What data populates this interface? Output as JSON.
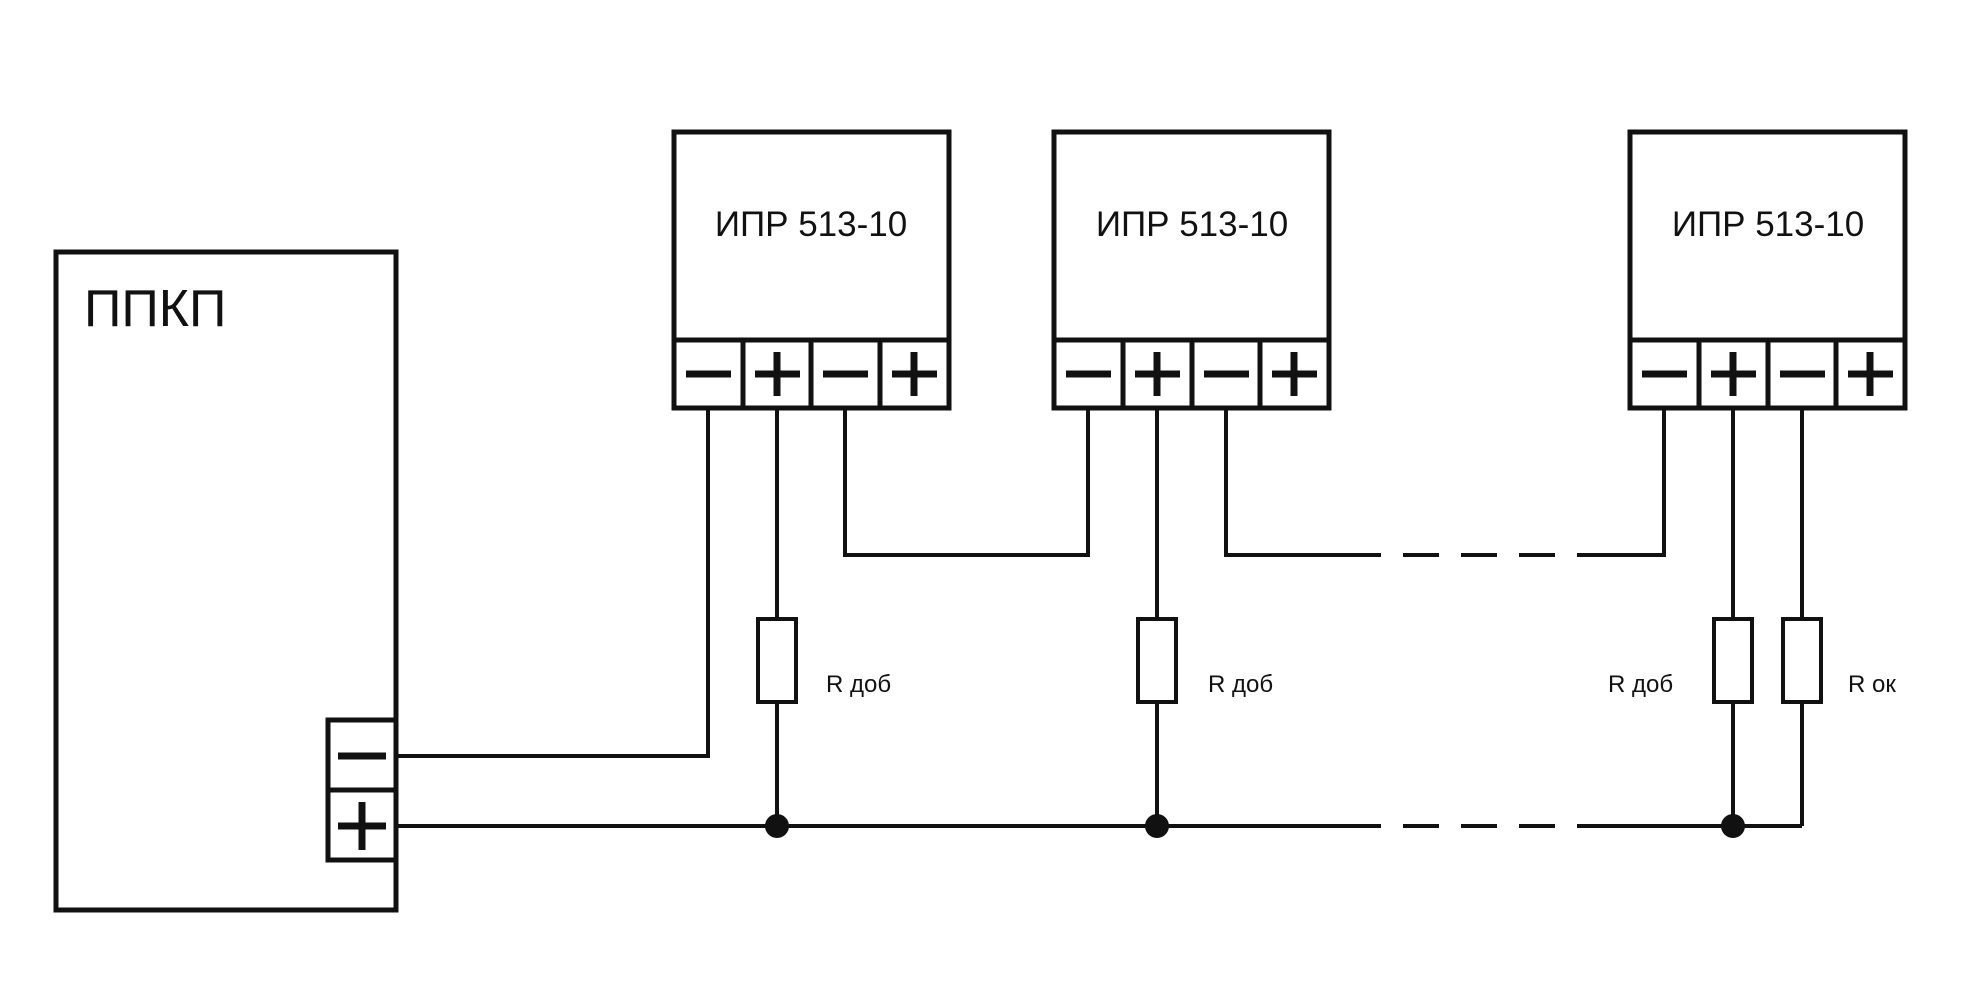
{
  "panel": {
    "label": "ППКП"
  },
  "devices": [
    {
      "label": "ИПР 513-10"
    },
    {
      "label": "ИПР 513-10"
    },
    {
      "label": "ИПР 513-10"
    }
  ],
  "resistors": [
    {
      "label": "R доб"
    },
    {
      "label": "R доб"
    },
    {
      "label": "R доб"
    },
    {
      "label": "R ок"
    }
  ],
  "colors": {
    "line": "#111111",
    "background": "#ffffff"
  }
}
